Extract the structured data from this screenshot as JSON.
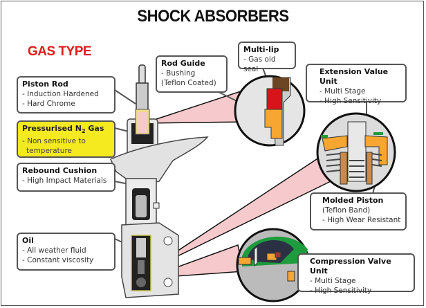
{
  "title": "SHOCK ABSORBERS",
  "subtitle": "GAS TYPE",
  "colors": {
    "title": "#111111",
    "subtitle": "#e01b1b",
    "highlight_callout": "#f5e920",
    "callout_border": "#555555",
    "zoom_beam": "#f6c9cc",
    "seal_red": "#d8141b",
    "guide_orange": "#f7a631",
    "seal_brown": "#6b4524",
    "valve_green": "#1e9b3c",
    "dark_navy": "#2b3045"
  },
  "callouts": {
    "piston_rod": {
      "heading": "Piston Rod",
      "lines": [
        "- Induction Hardened",
        "- Hard Chrome"
      ]
    },
    "n2_gas": {
      "heading_prefix": "Pressurised N",
      "heading_sub": "2",
      "heading_suffix": " Gas",
      "lines": [
        "- Non sensitive to",
        "  temperature"
      ]
    },
    "rebound_cushion": {
      "heading": "Rebound Cushion",
      "lines": [
        "- High Impact Materials"
      ]
    },
    "oil": {
      "heading": "Oil",
      "lines": [
        "- All weather fluid",
        "- Constant viscosity"
      ]
    },
    "rod_guide": {
      "heading": "Rod Guide",
      "lines": [
        "- Bushing",
        "(Teflon Coated)"
      ]
    },
    "multi_lip": {
      "heading": "Multi-lip",
      "lines": [
        "- Gas oid seal"
      ]
    },
    "extension_valve": {
      "heading": "Extension Value Unit",
      "lines": [
        "- Multi Stage",
        "- High Sensitivity"
      ]
    },
    "molded_piston": {
      "heading": "Molded Piston",
      "lines": [
        "(Teflon Band)",
        "- High Wear Resistant"
      ]
    },
    "compression_valve": {
      "heading": "Compression Valve Unit",
      "lines": [
        "- Multi Stage",
        "- High Sensitivity"
      ]
    }
  }
}
